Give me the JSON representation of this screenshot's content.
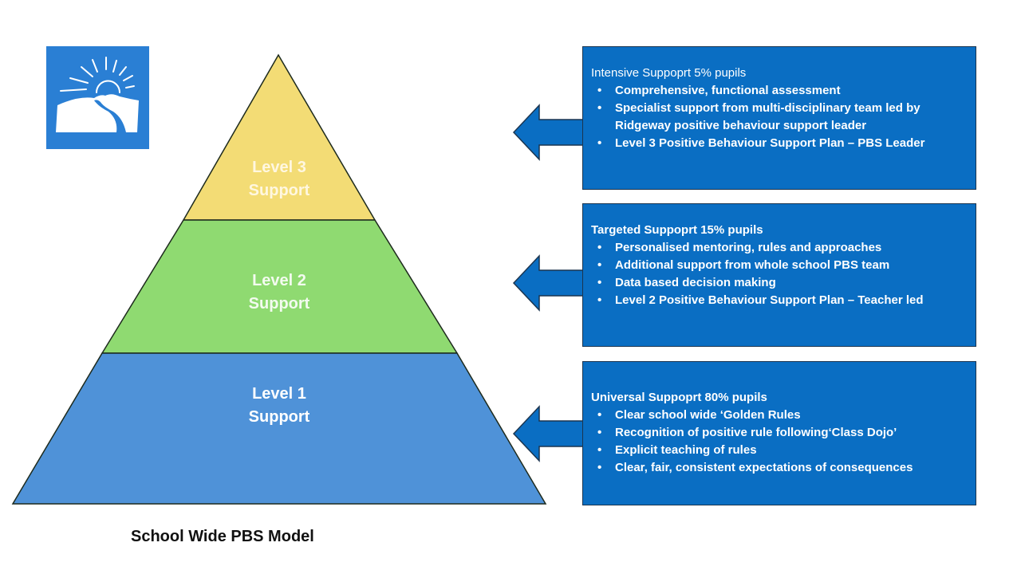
{
  "logo": {
    "icon": "sunrise-river-icon"
  },
  "pyramid": {
    "tiers": [
      {
        "label_line1": "Level 3",
        "label_line2": "Support",
        "color": "#f3dc75"
      },
      {
        "label_line1": "Level 2",
        "label_line2": "Support",
        "color": "#8fda71"
      },
      {
        "label_line1": "Level 1",
        "label_line2": "Support",
        "color": "#4f92d8"
      }
    ]
  },
  "boxes": [
    {
      "title": "Intensive Suppoprt 5% pupils",
      "items": [
        "Comprehensive, functional assessment",
        "Specialist support from multi-disciplinary team led by Ridgeway positive behaviour support leader",
        "Level  3 Positive Behaviour Support Plan – PBS Leader"
      ]
    },
    {
      "title": "Targeted Suppoprt 15% pupils",
      "items": [
        "Personalised mentoring, rules and approaches",
        "Additional support from whole school PBS team",
        "Data based decision making",
        "Level 2 Positive Behaviour Support Plan – Teacher led"
      ]
    },
    {
      "title": "Universal Suppoprt 80% pupils",
      "items": [
        "Clear school wide ‘Golden Rules",
        "Recognition of positive rule following‘Class Dojo’",
        "Explicit teaching of rules",
        "Clear, fair, consistent expectations of consequences"
      ]
    }
  ],
  "bullet": "•",
  "caption": "School Wide PBS Model",
  "colors": {
    "box": "#0a6ec3",
    "arrow": "#0a6ec3",
    "logo_bg": "#2a7fd4"
  }
}
